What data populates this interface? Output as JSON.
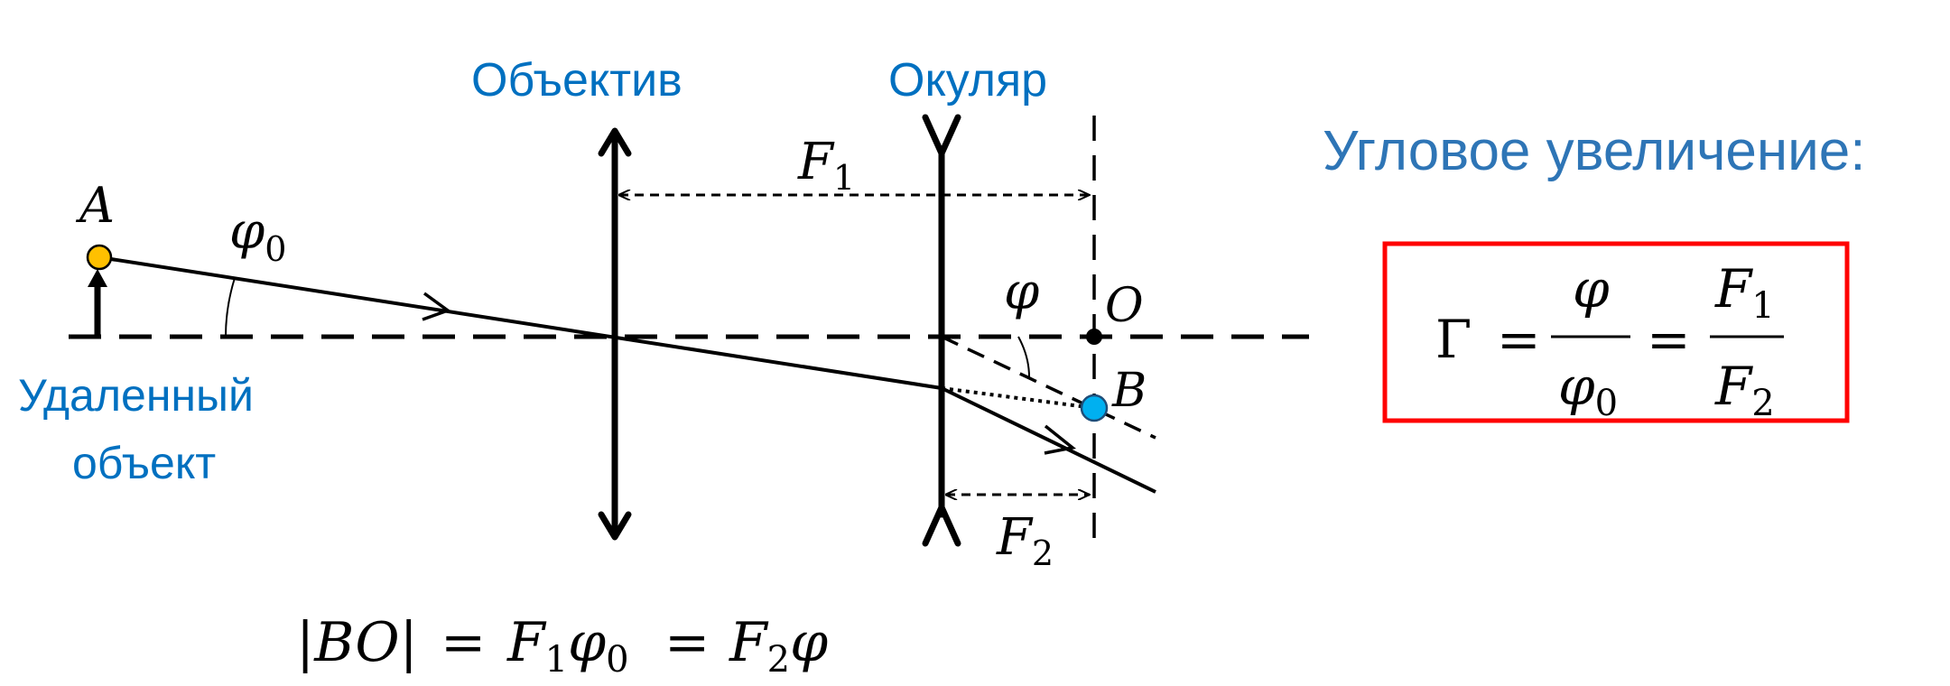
{
  "labels": {
    "objective": "Объектив",
    "eyepiece": "Окуляр",
    "remote_object": [
      "Удаленный",
      "объект"
    ],
    "angular_magnification": "Угловое увеличение:"
  },
  "points": {
    "A": "A",
    "O": "O",
    "B": "B"
  },
  "symbols": {
    "F1": {
      "base": "F",
      "sub": "1"
    },
    "F2": {
      "base": "F",
      "sub": "2"
    },
    "phi0": {
      "base": "φ",
      "sub": "0"
    },
    "phi": "φ"
  },
  "formula_box": {
    "lhs": "Γ",
    "eq": "=",
    "frac1_num": "φ",
    "frac1_den": {
      "base": "φ",
      "sub": "0"
    },
    "frac2_num": {
      "base": "F",
      "sub": "1"
    },
    "frac2_den": {
      "base": "F",
      "sub": "2"
    }
  },
  "bottom_formula": {
    "lhs": "|BO|",
    "eq": "=",
    "t1": {
      "base": "F",
      "sub": "1"
    },
    "t1b": {
      "base": "φ",
      "sub": "0"
    },
    "t2": {
      "base": "F",
      "sub": "2"
    },
    "t2b": "φ"
  },
  "colors": {
    "label_blue": "#0070C0",
    "heading_blue": "#2E75B6",
    "point_A": "#FFC000",
    "point_B": "#00B0F0",
    "box_red": "#FF0000"
  }
}
